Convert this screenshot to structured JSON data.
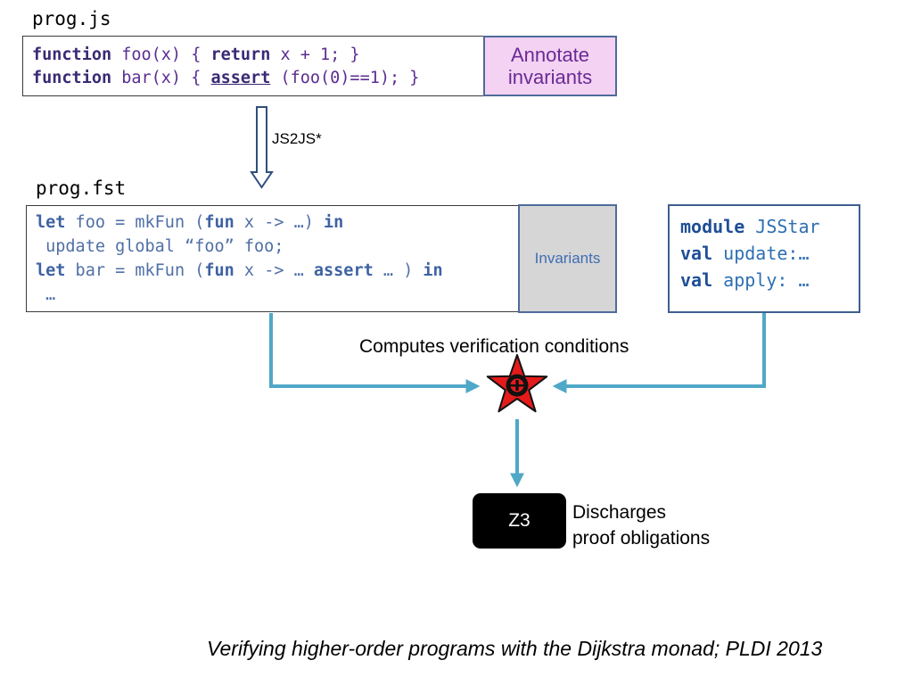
{
  "source": {
    "filename": "prog.js",
    "lines": [
      [
        {
          "t": "function",
          "kw": true
        },
        {
          "t": " foo(x) { "
        },
        {
          "t": "return",
          "kw": true
        },
        {
          "t": " x + 1; }"
        }
      ],
      [
        {
          "t": "function",
          "kw": true
        },
        {
          "t": " bar(x) { "
        },
        {
          "t": "assert",
          "kw": true,
          "u": true
        },
        {
          "t": " (foo(0)==1); }"
        }
      ]
    ]
  },
  "annotate": {
    "line1": "Annotate",
    "line2": "invariants"
  },
  "translation": {
    "label": "JS2JS*"
  },
  "target": {
    "filename": "prog.fst",
    "lines": [
      [
        {
          "t": "let",
          "kw": true
        },
        {
          "t": " foo = mkFun ("
        },
        {
          "t": "fun",
          "kw": true
        },
        {
          "t": " x -> …) "
        },
        {
          "t": "in",
          "kw": true
        }
      ],
      [
        {
          "t": " update global “foo” foo;"
        }
      ],
      [
        {
          "t": "let",
          "kw": true
        },
        {
          "t": " bar = mkFun ("
        },
        {
          "t": "fun",
          "kw": true
        },
        {
          "t": " x -> … "
        },
        {
          "t": "assert",
          "kw": true
        },
        {
          "t": " … ) "
        },
        {
          "t": "in",
          "kw": true
        }
      ],
      [
        {
          "t": " …"
        }
      ]
    ]
  },
  "invariants": {
    "label": "Invariants"
  },
  "module": {
    "lines": [
      [
        {
          "t": "module",
          "kw": true
        },
        {
          "t": " JSStar"
        }
      ],
      [
        {
          "t": "val",
          "kw": true
        },
        {
          "t": " update:…"
        }
      ],
      [
        {
          "t": "val",
          "kw": true
        },
        {
          "t": " apply: …"
        }
      ]
    ]
  },
  "verifier": {
    "label": "Computes verification conditions"
  },
  "solver": {
    "name": "Z3",
    "desc_line1": "Discharges",
    "desc_line2": "proof obligations"
  },
  "citation": "Verifying higher-order programs with the Dijkstra monad; PLDI 2013",
  "colors": {
    "arrow": "#4fa8c7",
    "star": "#e51b1b",
    "translate_arrow": "#2f4f7a"
  }
}
